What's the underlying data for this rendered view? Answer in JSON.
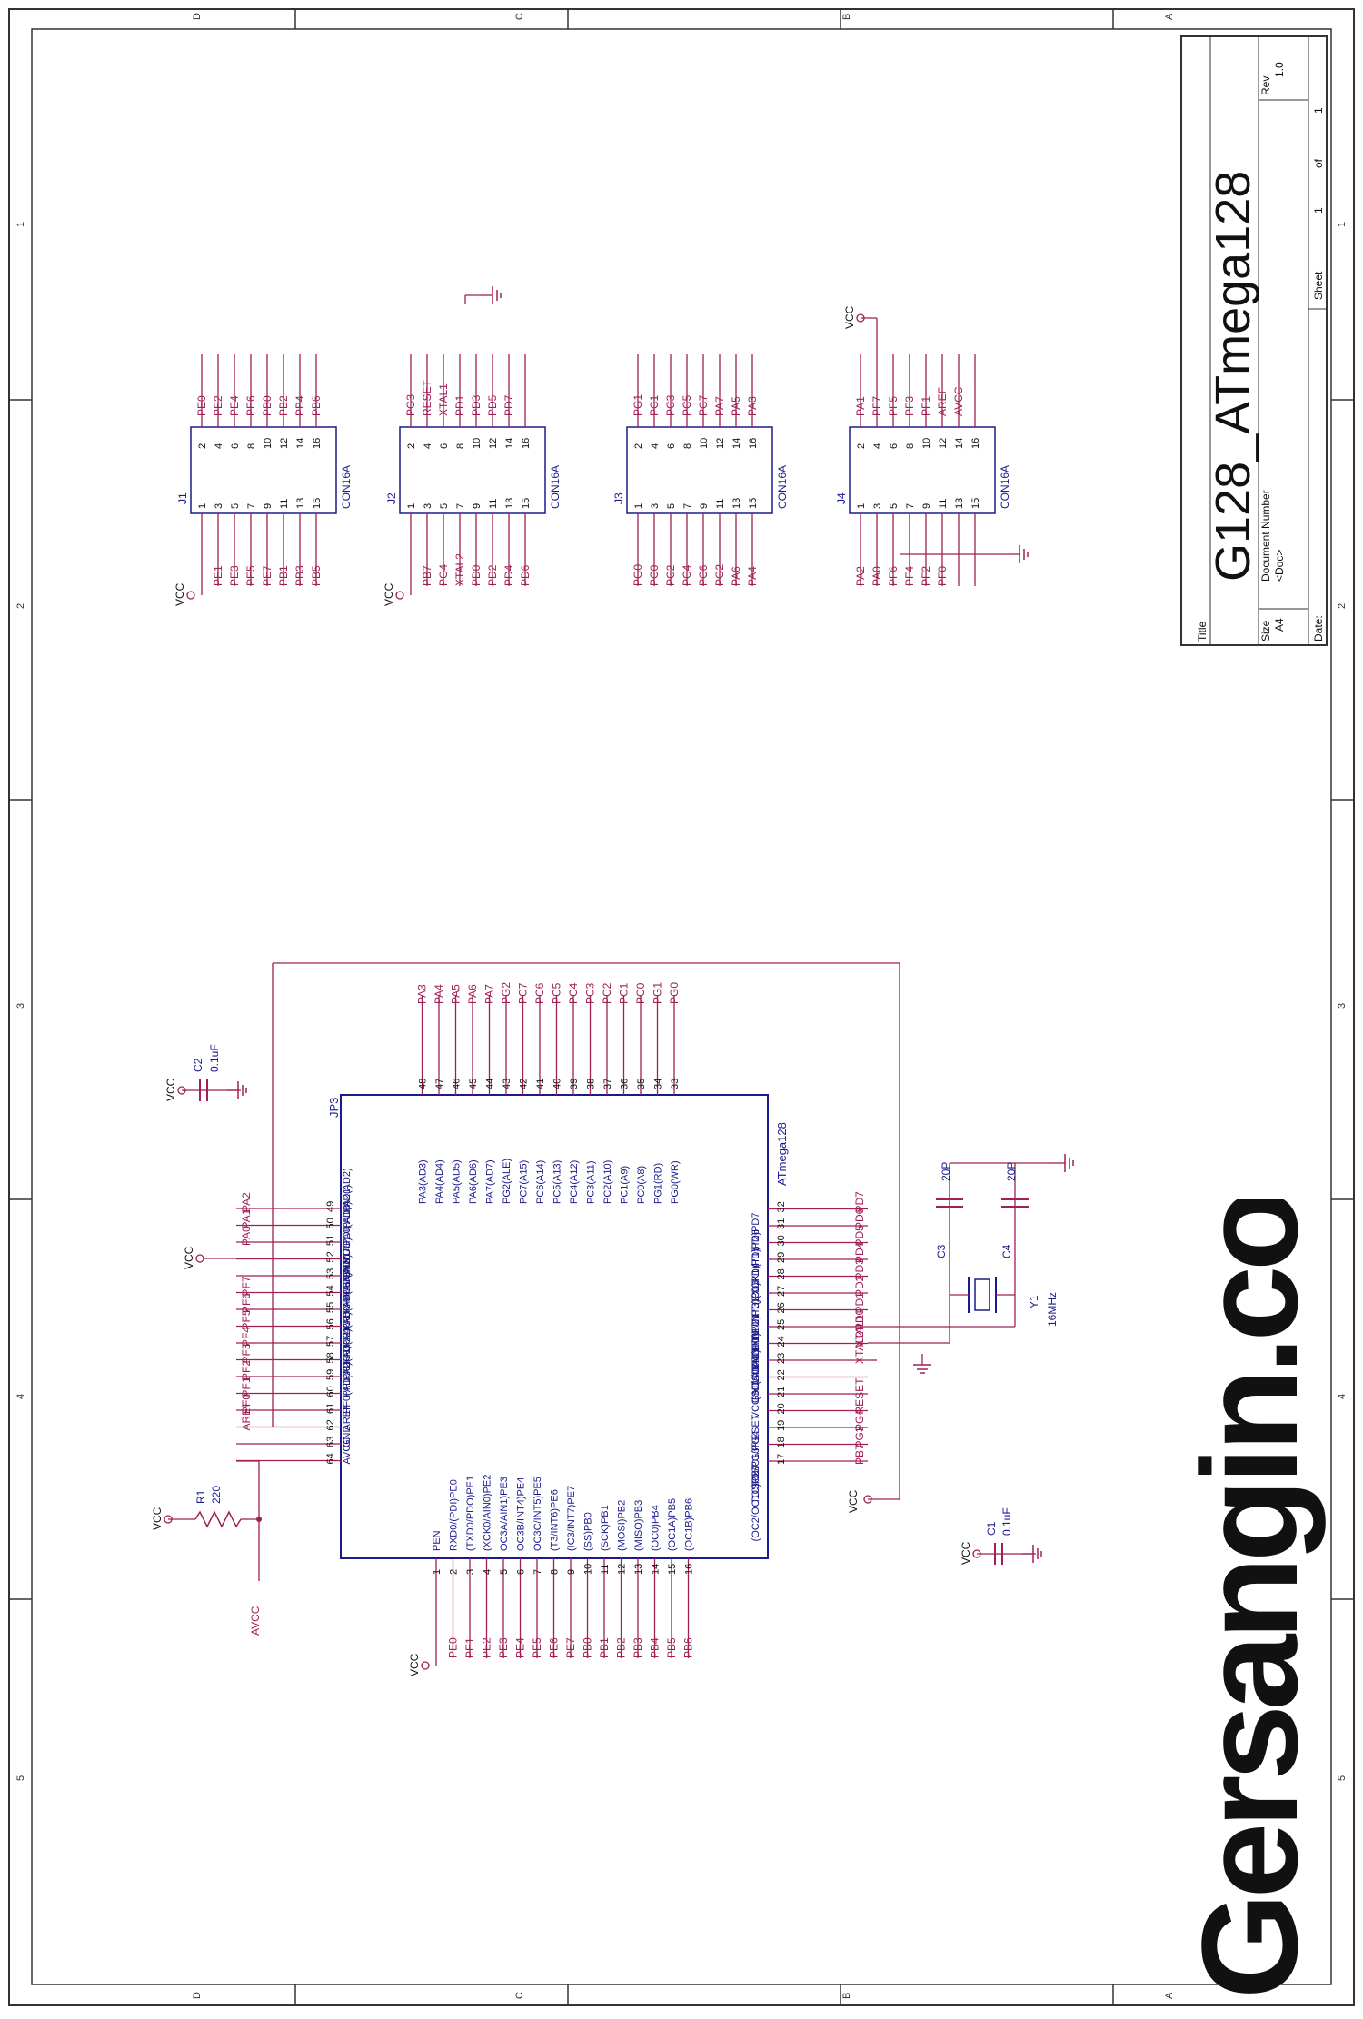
{
  "colors": {
    "wire": "#a01f55",
    "ink": "#1a1a8c",
    "frame": "#333333"
  },
  "title_block": {
    "title_label": "Title",
    "title": "G128_ATmega128",
    "size_label": "Size",
    "size": "A4",
    "docnum_label": "Document Number",
    "docnum": "<Doc>",
    "rev_label": "Rev",
    "rev": "1.0",
    "date_label": "Date:",
    "sheet_label": "Sheet",
    "sheet": "1",
    "of_label": "of",
    "total": "1"
  },
  "brand": "Gersangin.com",
  "frame": {
    "top_labels": [
      "D",
      "C",
      "B",
      "A"
    ],
    "bottom_labels": [
      "D",
      "C",
      "B",
      "A"
    ],
    "left_numbers": [
      "1",
      "2",
      "3",
      "4",
      "5"
    ],
    "right_numbers": [
      "1",
      "2",
      "3",
      "4",
      "5"
    ]
  },
  "mcu": {
    "ref": "JP3",
    "part": "ATmega128",
    "pins_left": [
      {
        "n": "1",
        "name": "PEN",
        "net": "VCC"
      },
      {
        "n": "2",
        "name": "RXD0/(PDI)PE0",
        "net": "PE0"
      },
      {
        "n": "3",
        "name": "(TXD0/PDO)PE1",
        "net": "PE1"
      },
      {
        "n": "4",
        "name": "(XCK0/AIN0)PE2",
        "net": "PE2"
      },
      {
        "n": "5",
        "name": "OC3A/AIN1)PE3",
        "net": "PE3"
      },
      {
        "n": "6",
        "name": "OC3B/INT4)PE4",
        "net": "PE4"
      },
      {
        "n": "7",
        "name": "OC3C/INT5)PE5",
        "net": "PE5"
      },
      {
        "n": "8",
        "name": "(T3/INT6)PE6",
        "net": "PE6"
      },
      {
        "n": "9",
        "name": "(IC3/INT7)PE7",
        "net": "PE7"
      },
      {
        "n": "10",
        "name": "(SS)PB0",
        "net": "PB0"
      },
      {
        "n": "11",
        "name": "(SCK)PB1",
        "net": "PB1"
      },
      {
        "n": "12",
        "name": "(MOSI)PB2",
        "net": "PB2"
      },
      {
        "n": "13",
        "name": "(MISO)PB3",
        "net": "PB3"
      },
      {
        "n": "14",
        "name": "(OC0)PB4",
        "net": "PB4"
      },
      {
        "n": "15",
        "name": "(OC1A)PB5",
        "net": "PB5"
      },
      {
        "n": "16",
        "name": "(OC1B)PB6",
        "net": "PB6"
      }
    ],
    "pins_bottom": [
      {
        "n": "17",
        "name": "(OC2/OC1C)PB7",
        "net": "PB7"
      },
      {
        "n": "18",
        "name": "TOSC2/PG3",
        "net": "PG3"
      },
      {
        "n": "19",
        "name": "TOSC1/PG4",
        "net": "PG4"
      },
      {
        "n": "20",
        "name": "RESET",
        "net": "RESET"
      },
      {
        "n": "21",
        "name": "VCC",
        "net": ""
      },
      {
        "n": "22",
        "name": "GND",
        "net": ""
      },
      {
        "n": "23",
        "name": "XTAL2",
        "net": "XTAL2"
      },
      {
        "n": "24",
        "name": "XTAL1",
        "net": "XTAL1"
      },
      {
        "n": "25",
        "name": "(SCL/INT0)PD0",
        "net": "PD0"
      },
      {
        "n": "26",
        "name": "(SDA/INT1)PD1",
        "net": "PD1"
      },
      {
        "n": "27",
        "name": "RXD1/INT2)PD2",
        "net": "PD2"
      },
      {
        "n": "28",
        "name": "TXD1/INT3)PD3",
        "net": "PD3"
      },
      {
        "n": "29",
        "name": "(IC1)PD4",
        "net": "PD4"
      },
      {
        "n": "30",
        "name": "(XCK1)PD5",
        "net": "PD5"
      },
      {
        "n": "31",
        "name": "(T1)PD6",
        "net": "PD6"
      },
      {
        "n": "32",
        "name": "(T2)PD7",
        "net": "PD7"
      }
    ],
    "pins_right": [
      {
        "n": "33",
        "name": "PG0(WR)",
        "net": "PG0"
      },
      {
        "n": "34",
        "name": "PG1(RD)",
        "net": "PG1"
      },
      {
        "n": "35",
        "name": "PC0(A8)",
        "net": "PC0"
      },
      {
        "n": "36",
        "name": "PC1(A9)",
        "net": "PC1"
      },
      {
        "n": "37",
        "name": "PC2(A10)",
        "net": "PC2"
      },
      {
        "n": "38",
        "name": "PC3(A11)",
        "net": "PC3"
      },
      {
        "n": "39",
        "name": "PC4(A12)",
        "net": "PC4"
      },
      {
        "n": "40",
        "name": "PC5(A13)",
        "net": "PC5"
      },
      {
        "n": "41",
        "name": "PC6(A14)",
        "net": "PC6"
      },
      {
        "n": "42",
        "name": "PC7(A15)",
        "net": "PC7"
      },
      {
        "n": "43",
        "name": "PG2(ALE)",
        "net": "PG2"
      },
      {
        "n": "44",
        "name": "PA7(AD7)",
        "net": "PA7"
      },
      {
        "n": "45",
        "name": "PA6(AD6)",
        "net": "PA6"
      },
      {
        "n": "46",
        "name": "PA5(AD5)",
        "net": "PA5"
      },
      {
        "n": "47",
        "name": "PA4(AD4)",
        "net": "PA4"
      },
      {
        "n": "48",
        "name": "PA3(AD3)",
        "net": "PA3"
      }
    ],
    "pins_top": [
      {
        "n": "49",
        "name": "PA2(AD2)",
        "net": "PA2"
      },
      {
        "n": "50",
        "name": "PA1(AD1)",
        "net": "PA1"
      },
      {
        "n": "51",
        "name": "PA0(AD0)",
        "net": "PA0"
      },
      {
        "n": "52",
        "name": "VCC",
        "net": ""
      },
      {
        "n": "53",
        "name": "GND",
        "net": ""
      },
      {
        "n": "54",
        "name": "PF7(ADC7/TDI)",
        "net": "PF7"
      },
      {
        "n": "55",
        "name": "PF6(ADC6/TDO)",
        "net": "PF6"
      },
      {
        "n": "56",
        "name": "PF5(ADC5/TMS)",
        "net": "PF5"
      },
      {
        "n": "57",
        "name": "PF4(ADC4/TCK)",
        "net": "PF4"
      },
      {
        "n": "58",
        "name": "PF3(ADC3)",
        "net": "PF3"
      },
      {
        "n": "59",
        "name": "PF2(ADC2)",
        "net": "PF2"
      },
      {
        "n": "60",
        "name": "PF1(ADC1)",
        "net": "PF1"
      },
      {
        "n": "61",
        "name": "PF0(ADC0)",
        "net": "PF0"
      },
      {
        "n": "62",
        "name": "AREF",
        "net": "AREF"
      },
      {
        "n": "63",
        "name": "GND",
        "net": ""
      },
      {
        "n": "64",
        "name": "AVCC",
        "net": ""
      }
    ]
  },
  "connectors": [
    {
      "ref": "J1",
      "part": "CON16A",
      "top_label": "",
      "top_net": "",
      "bottom_label": "VCC",
      "odd": [
        "PE1",
        "PE3",
        "PE5",
        "PE7",
        "PB1",
        "PB3",
        "PB5"
      ],
      "even": [
        "PE0",
        "PE2",
        "PE4",
        "PE6",
        "PB0",
        "PB2",
        "PB4",
        "PB6"
      ]
    },
    {
      "ref": "J2",
      "part": "CON16A",
      "top_label": "",
      "top_net": "",
      "bottom_label": "VCC",
      "odd": [
        "PB7",
        "PG4",
        "XTAL2",
        "PD0",
        "PD2",
        "PD4",
        "PD6"
      ],
      "even": [
        "PG3",
        "RESET",
        "XTAL1",
        "PD1",
        "PD3",
        "PD5",
        "PD7"
      ]
    },
    {
      "ref": "J3",
      "part": "CON16A",
      "top_label": "",
      "top_net": "",
      "bottom_label": "",
      "odd": [
        "PG0",
        "PC0",
        "PC2",
        "PC4",
        "PC6",
        "PG2",
        "PA6",
        "PA4"
      ],
      "even": [
        "PG1",
        "PC1",
        "PC3",
        "PC5",
        "PC7",
        "PA7",
        "PA5",
        "PA3"
      ]
    },
    {
      "ref": "J4",
      "part": "CON16A",
      "top_label": "VCC",
      "top_net": "PA1",
      "bottom_label": "",
      "odd": [
        "PA2",
        "PA0",
        "PF6",
        "PF4",
        "PF2",
        "PF0"
      ],
      "even": [
        "PF7",
        "PF5",
        "PF3",
        "PF1",
        "AREF",
        "AVCC"
      ]
    }
  ],
  "components": {
    "c1": {
      "ref": "C1",
      "value": "0.1uF"
    },
    "c2": {
      "ref": "C2",
      "value": "0.1uF"
    },
    "c3": {
      "ref": "C3",
      "value": "20P"
    },
    "c4": {
      "ref": "C4",
      "value": "20P"
    },
    "r1": {
      "ref": "R1",
      "value": "220"
    },
    "y1": {
      "ref": "Y1",
      "value": "16MHz"
    }
  },
  "power": {
    "vcc": "VCC",
    "avcc": "AVCC"
  },
  "left_nets": [
    "PA2",
    "PA1",
    "PA0",
    "",
    "",
    "PF7",
    "PF6",
    "PF5",
    "PF4",
    "PF3",
    "PF2",
    "PF1",
    "PF0",
    "AREF",
    "",
    ""
  ]
}
